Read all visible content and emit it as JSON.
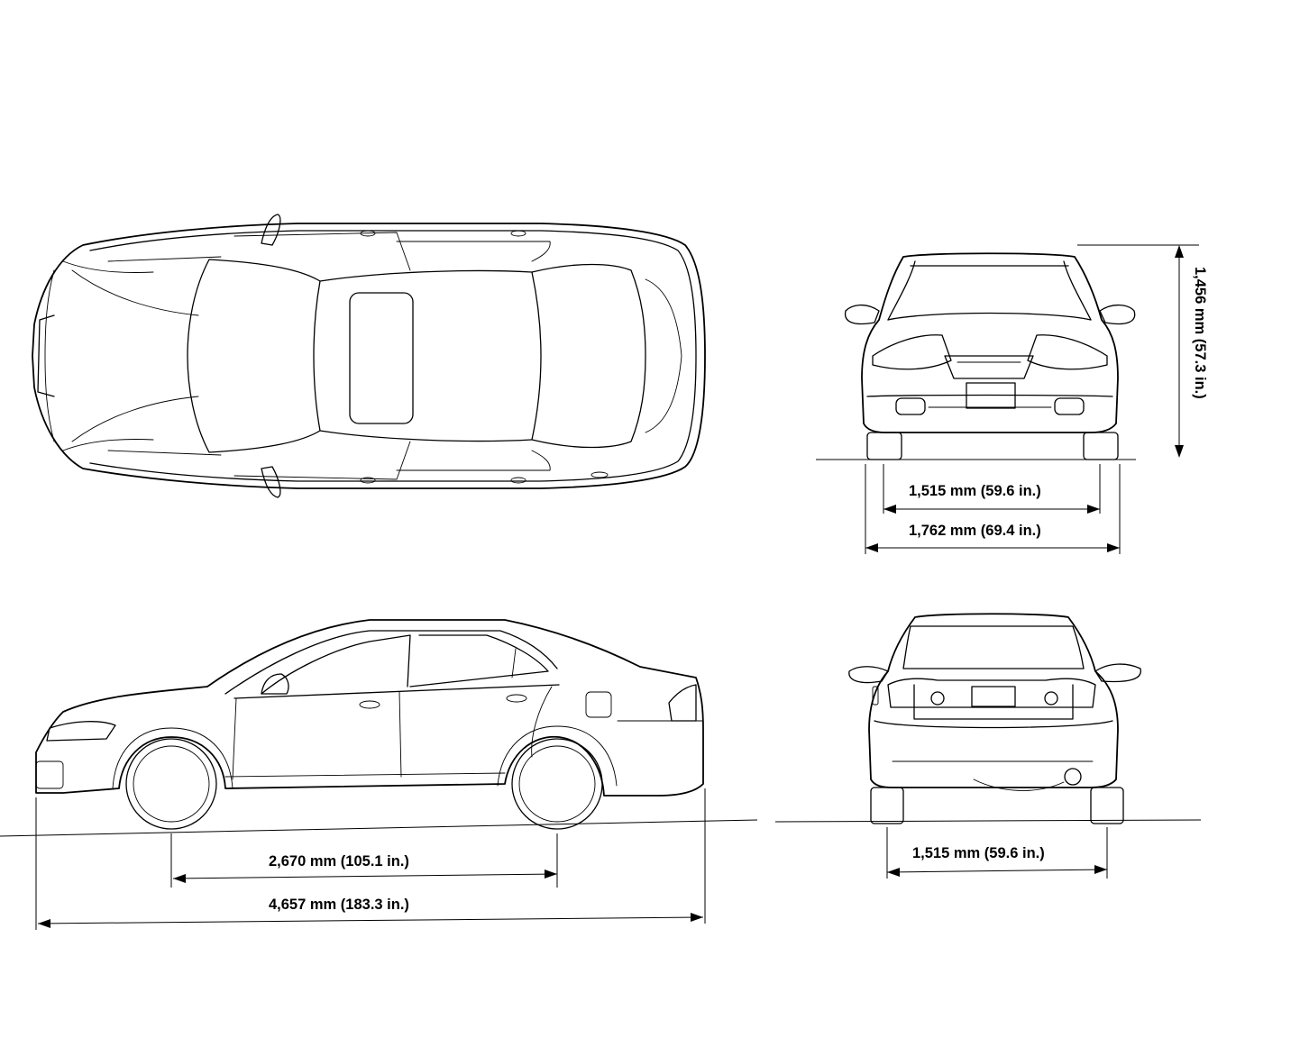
{
  "dimensions": {
    "height": "1,456 mm (57.3 in.)",
    "front_track": "1,515 mm (59.6 in.)",
    "overall_width": "1,762 mm (69.4 in.)",
    "wheelbase": "2,670 mm (105.1 in.)",
    "overall_length": "4,657 mm (183.3 in.)",
    "rear_track": "1,515 mm (59.6 in.)"
  },
  "views": [
    "top",
    "front",
    "side",
    "rear"
  ]
}
